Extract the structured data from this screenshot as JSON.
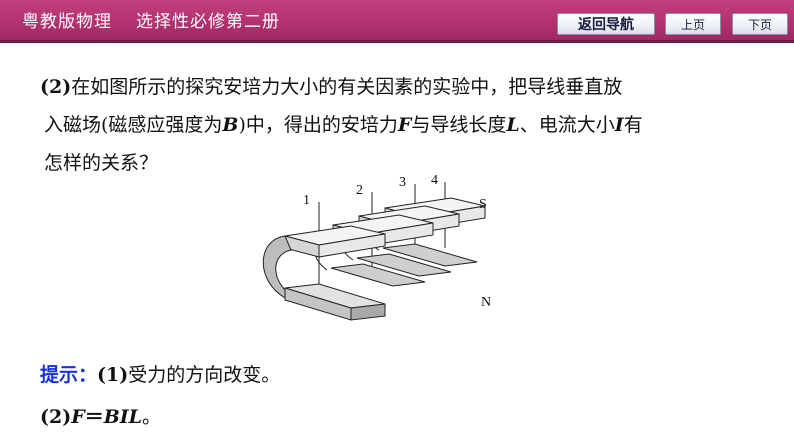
{
  "header": {
    "title": "粤教版物理",
    "subtitle": "选择性必修第二册",
    "nav_home": "返回导航",
    "nav_prev": "上页",
    "nav_next": "下页",
    "bg_color": "#b23270"
  },
  "question": {
    "number": "(2)",
    "line1": "在如图所示的探究安培力大小的有关因素的实验中，把导线垂直放",
    "line2_a": "入磁场(磁感应强度为",
    "var_B": "B",
    "line2_b": ")中，得出的安培力",
    "var_F": "F",
    "line2_c": "与导线长度",
    "var_L": "L",
    "line2_d": "、电流大小",
    "var_I": "I",
    "line2_e": "有",
    "line3": "怎样的关系？"
  },
  "figure": {
    "wire_labels": [
      "1",
      "2",
      "3",
      "4"
    ],
    "pole_s": "S",
    "pole_n": "N"
  },
  "hint": {
    "label": "提示：",
    "number": "(1)",
    "text": "受力的方向改变。"
  },
  "answer": {
    "number": "(2)",
    "var_F": "F",
    "eq": "＝",
    "formula": "BIL",
    "end": "。"
  },
  "colors": {
    "hint_blue": "#1a32d6",
    "header_dark": "#6b1f47"
  }
}
